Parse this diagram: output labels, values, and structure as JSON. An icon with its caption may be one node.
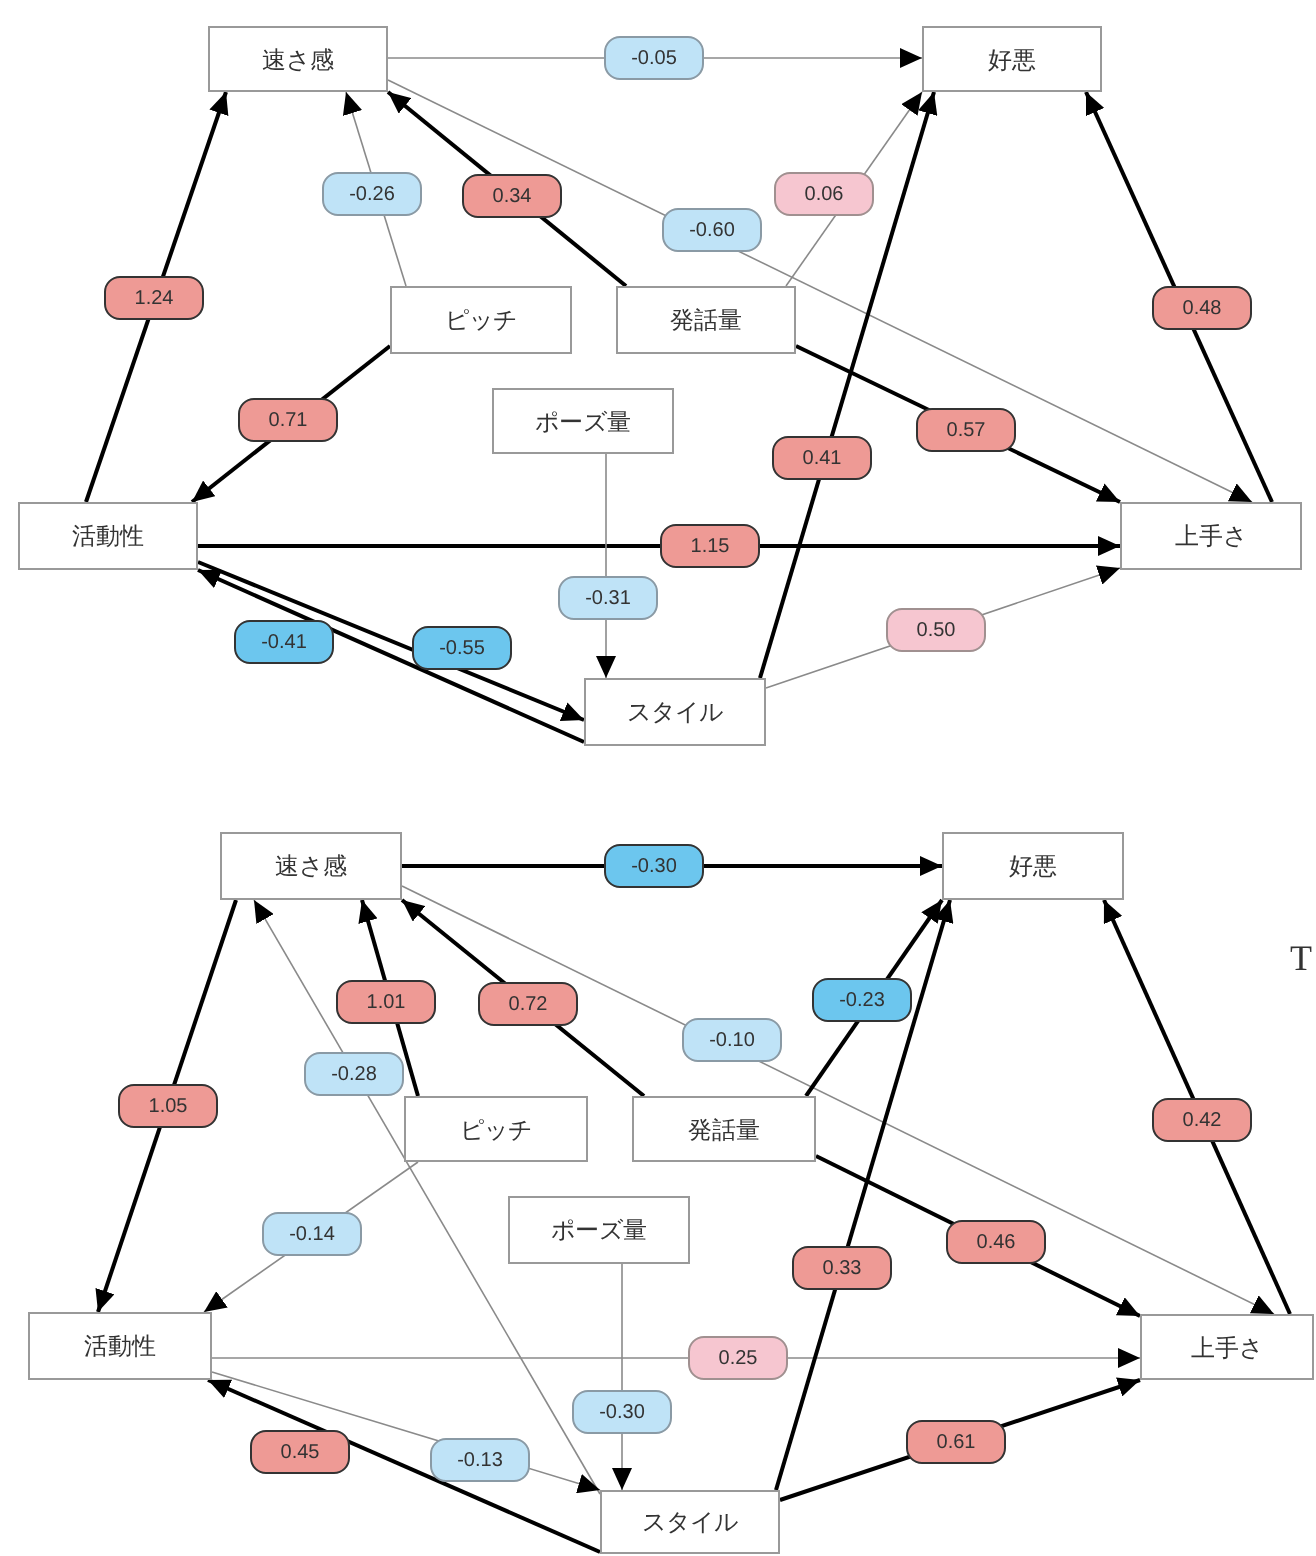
{
  "diagram": {
    "nodes": [
      {
        "text": [
          "速さ感"
        ]
      },
      {
        "text": [
          "好悪"
        ]
      },
      {
        "text": [
          "ピッチ"
        ]
      },
      {
        "text": [
          "発話量"
        ]
      },
      {
        "text": [
          "ポーズ量"
        ]
      },
      {
        "text": [
          "活動性"
        ]
      },
      {
        "text": [
          "上手さ"
        ]
      },
      {
        "text": [
          "スタイル"
        ]
      },
      {
        "text": [
          "速さ感"
        ]
      },
      {
        "text": [
          "好悪"
        ]
      },
      {
        "text": [
          "ピッチ"
        ]
      },
      {
        "text": [
          "発話量"
        ]
      },
      {
        "text": [
          "ポーズ量"
        ]
      },
      {
        "text": [
          "活動性"
        ]
      },
      {
        "text": [
          "上手さ"
        ]
      },
      {
        "text": [
          "スタイル"
        ]
      }
    ],
    "edges": [
      {
        "from": 0,
        "to": 1,
        "arrow": "to",
        "label": "-0.05",
        "color": "#8a8a8a"
      },
      {
        "from": 0,
        "to": 6,
        "arrow": "to",
        "label": "-0.60",
        "color": "#8a8a8a"
      },
      {
        "from": 2,
        "to": 0,
        "arrow": "to",
        "label": "-0.26",
        "color": "#8a8a8a"
      },
      {
        "from": 3,
        "to": 0,
        "arrow": "to",
        "label": "0.34"
      },
      {
        "from": 3,
        "to": 1,
        "arrow": "to",
        "label": "0.06",
        "color": "#8a8a8a"
      },
      {
        "from": 3,
        "to": 6,
        "arrow": "to",
        "label": "0.57"
      },
      {
        "from": 2,
        "to": 5,
        "arrow": "to",
        "label": "0.71"
      },
      {
        "from": 5,
        "to": 0,
        "arrow": "to",
        "label": "1.24"
      },
      {
        "from": 5,
        "to": 6,
        "arrow": "to",
        "label": "1.15"
      },
      {
        "from": 5,
        "to": 7,
        "arrow": "to",
        "label": "-0.55"
      },
      {
        "from": 7,
        "to": 5,
        "arrow": "to",
        "label": "-0.41"
      },
      {
        "from": 7,
        "to": 1,
        "arrow": "to",
        "label": "0.41"
      },
      {
        "from": 7,
        "to": 6,
        "arrow": "to",
        "label": "0.50",
        "color": "#8a8a8a"
      },
      {
        "from": 6,
        "to": 1,
        "arrow": "to",
        "label": "0.48"
      },
      {
        "from": 4,
        "to": 7,
        "arrow": "to",
        "label": "-0.31",
        "color": "#8a8a8a"
      },
      {
        "from": 8,
        "to": 9,
        "arrow": "to",
        "label": "-0.30"
      },
      {
        "from": 8,
        "to": 14,
        "arrow": "to",
        "label": "-0.10",
        "color": "#8a8a8a"
      },
      {
        "from": 10,
        "to": 8,
        "arrow": "to",
        "label": "1.01"
      },
      {
        "from": 11,
        "to": 8,
        "arrow": "to",
        "label": "0.72"
      },
      {
        "from": 11,
        "to": 9,
        "arrow": "to",
        "label": "-0.23"
      },
      {
        "from": 11,
        "to": 14,
        "arrow": "to",
        "label": "0.46"
      },
      {
        "from": 8,
        "to": 13,
        "arrow": "to",
        "label": "1.05"
      },
      {
        "from": 15,
        "to": 8,
        "arrow": "to",
        "label": "-0.28",
        "color": "#8a8a8a"
      },
      {
        "from": 10,
        "to": 13,
        "arrow": "to",
        "label": "-0.14",
        "color": "#8a8a8a"
      },
      {
        "from": 12,
        "to": 15,
        "arrow": "to",
        "label": "-0.30",
        "color": "#8a8a8a"
      },
      {
        "from": 13,
        "to": 14,
        "arrow": "to",
        "label": "0.25",
        "color": "#8a8a8a"
      },
      {
        "from": 13,
        "to": 15,
        "arrow": "to",
        "label": "-0.13",
        "color": "#8a8a8a"
      },
      {
        "from": 15,
        "to": 13,
        "arrow": "to",
        "label": "0.45"
      },
      {
        "from": 15,
        "to": 9,
        "arrow": "to",
        "label": "0.33"
      },
      {
        "from": 15,
        "to": 14,
        "arrow": "to",
        "label": "0.61"
      },
      {
        "from": 14,
        "to": 9,
        "arrow": "to",
        "label": "0.42"
      }
    ],
    "labels": [
      "T"
    ]
  }
}
